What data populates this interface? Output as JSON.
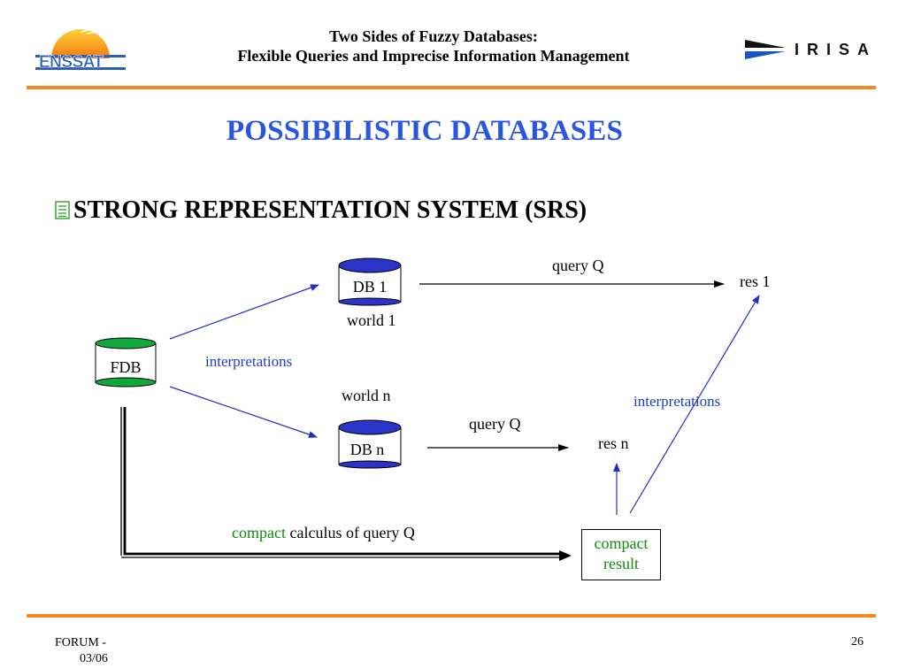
{
  "header": {
    "title_line1": "Two Sides of Fuzzy Databases:",
    "title_line2": "Flexible Queries and Imprecise Information Management",
    "logo_left_text": "ENSSAT",
    "logo_right_text": "IRISA"
  },
  "slide": {
    "title": "POSSIBILISTIC DATABASES",
    "bullet": "STRONG REPRESENTATION SYSTEM (SRS)"
  },
  "diagram": {
    "fdb": "FDB",
    "db1": "DB 1",
    "dbn": "DB n",
    "world1": "world 1",
    "worldn": "world n",
    "interpretations_left": "interpretations",
    "interpretations_right": "interpretations",
    "query_top": "query Q",
    "query_mid": "query Q",
    "res1": "res 1",
    "resn": "res n",
    "calculus_prefix": "compact",
    "calculus_suffix": " calculus of query Q",
    "compact_line1": "compact",
    "compact_line2": "result",
    "colors": {
      "fdb_cylinder": "#10a83a",
      "db_cylinder": "#2a35c8",
      "arrow_blue": "#2030c0",
      "text_green": "#108a10",
      "text_blue": "#1a3fc4"
    }
  },
  "footer": {
    "left_line1": "FORUM -",
    "left_line2": "03/06",
    "page": "26"
  }
}
